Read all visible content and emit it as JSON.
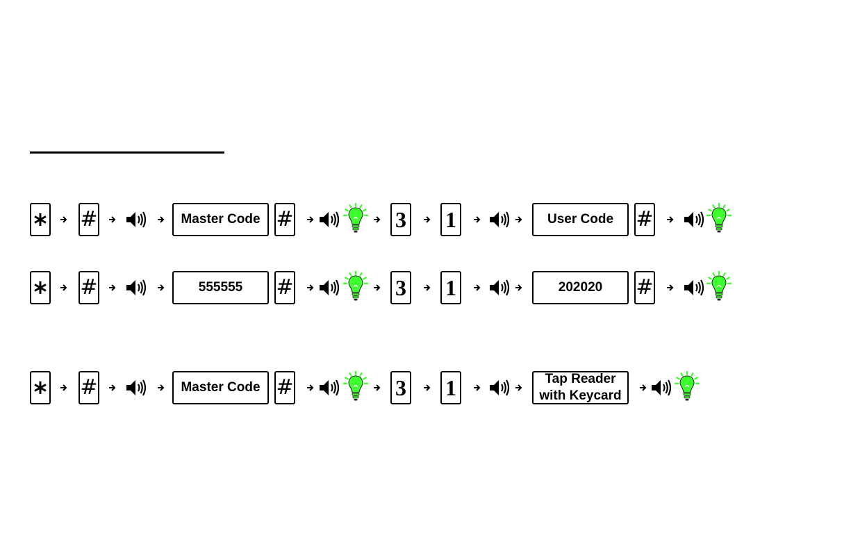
{
  "section_heading": "",
  "rows": [
    {
      "master_label": "Master Code",
      "user_label": "User Code"
    },
    {
      "master_label": "555555",
      "user_label": "202020"
    },
    {
      "master_label": "Master Code",
      "user_label": "Tap Reader with Keycard"
    }
  ],
  "keys": {
    "hash": "#",
    "three": "3",
    "one": "1"
  },
  "colors": {
    "accent_green": "#3dff2e",
    "ink": "#000000"
  }
}
